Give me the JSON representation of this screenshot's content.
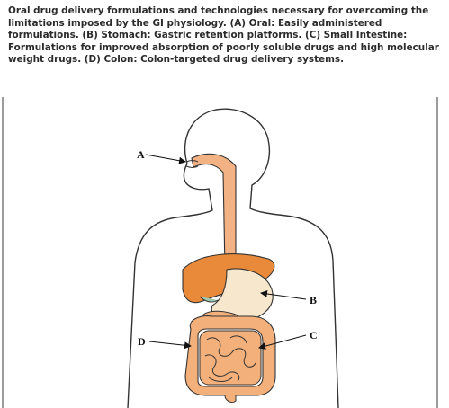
{
  "caption": "Oral drug delivery formulations and technologies necessary for overcoming the limitations imposed by the GI physiology. (A) Oral: Easily administered formulations. (B) Stomach: Gastric retention platforms. (C) Small Intestine: Formulations for improved absorption of poorly soluble drugs and high molecular weight drugs. (D) Colon: Colon-targeted drug delivery systems.",
  "labels": {
    "a": "A",
    "b": "B",
    "c": "C",
    "d": "D"
  },
  "colors": {
    "esophagus": "#f2b283",
    "liver": "#e88a3a",
    "stomach": "#f7e7cc",
    "intestine": "#f4b07b",
    "outline": "#333333"
  }
}
